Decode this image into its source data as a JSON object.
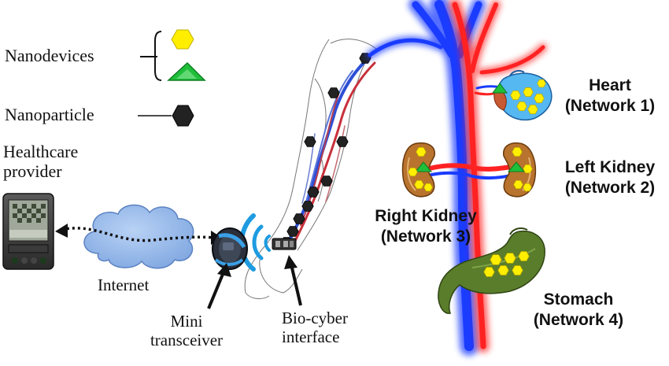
{
  "legend": {
    "nanodevices_label": "Nanodevices",
    "nanoparticle_label": "Nanoparticle"
  },
  "labels": {
    "healthcare_provider": [
      "Healthcare",
      "provider"
    ],
    "internet": "Internet",
    "mini_transceiver": [
      "Mini",
      "transceiver"
    ],
    "bio_cyber_interface": [
      "Bio-cyber",
      "interface"
    ]
  },
  "organs": {
    "heart": {
      "name": "Heart",
      "network": "(Network 1)"
    },
    "left_kidney": {
      "name": "Left Kidney",
      "network": "(Network 2)"
    },
    "right_kidney": {
      "name": "Right Kidney",
      "network": "(Network 3)"
    },
    "stomach": {
      "name": "Stomach",
      "network": "(Network 4)"
    }
  },
  "colors": {
    "vein_blue": "#1a3cff",
    "artery_red": "#ff2222",
    "nanodevice_yellow": "#ffee00",
    "nanodevice_green": "#1fbf3a",
    "nanoparticle_black": "#222222",
    "cloud_blue": "#8fb4ea",
    "signal_blue": "#1e9be0",
    "heart_blue": "#56b8f0",
    "kidney_brown": "#b8732e",
    "stomach_green": "#5a7d2b"
  },
  "icons": [
    "pda-device-icon",
    "cloud-icon",
    "wristband-icon",
    "wireless-signal-icon",
    "hexagon-icon",
    "triangle-icon"
  ]
}
